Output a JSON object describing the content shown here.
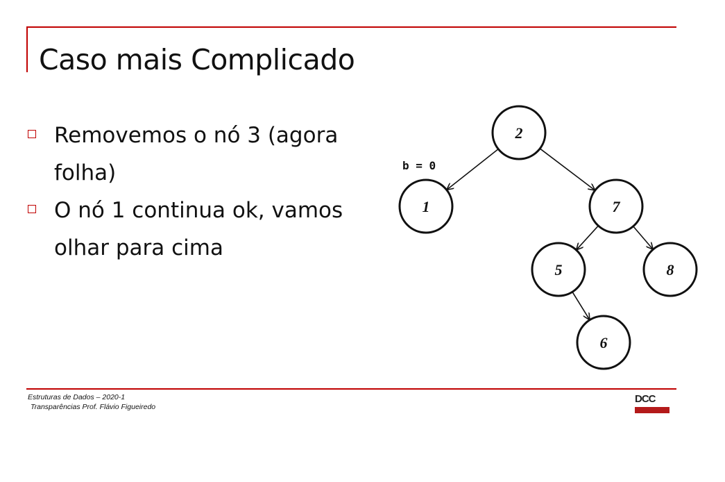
{
  "slide": {
    "title": "Caso mais Complicado",
    "bullets": [
      "Removemos o nó 3 (agora folha)",
      "O nó 1 continua ok, vamos olhar para cima"
    ]
  },
  "tree": {
    "nodes": [
      {
        "id": "2",
        "label": "2"
      },
      {
        "id": "1",
        "label": "1"
      },
      {
        "id": "7",
        "label": "7"
      },
      {
        "id": "5",
        "label": "5"
      },
      {
        "id": "8",
        "label": "8"
      },
      {
        "id": "6",
        "label": "6"
      }
    ],
    "edges": [
      [
        "2",
        "1"
      ],
      [
        "2",
        "7"
      ],
      [
        "7",
        "5"
      ],
      [
        "7",
        "8"
      ],
      [
        "5",
        "6"
      ]
    ],
    "annotation": "b = 0"
  },
  "footer": {
    "course": "Estruturas de Dados – 2020-1",
    "credits": "Transparências Prof. Flávio Figueiredo",
    "logo": "DCC"
  },
  "colors": {
    "accent": "#c00000",
    "logo_bar": "#b41a1a"
  }
}
